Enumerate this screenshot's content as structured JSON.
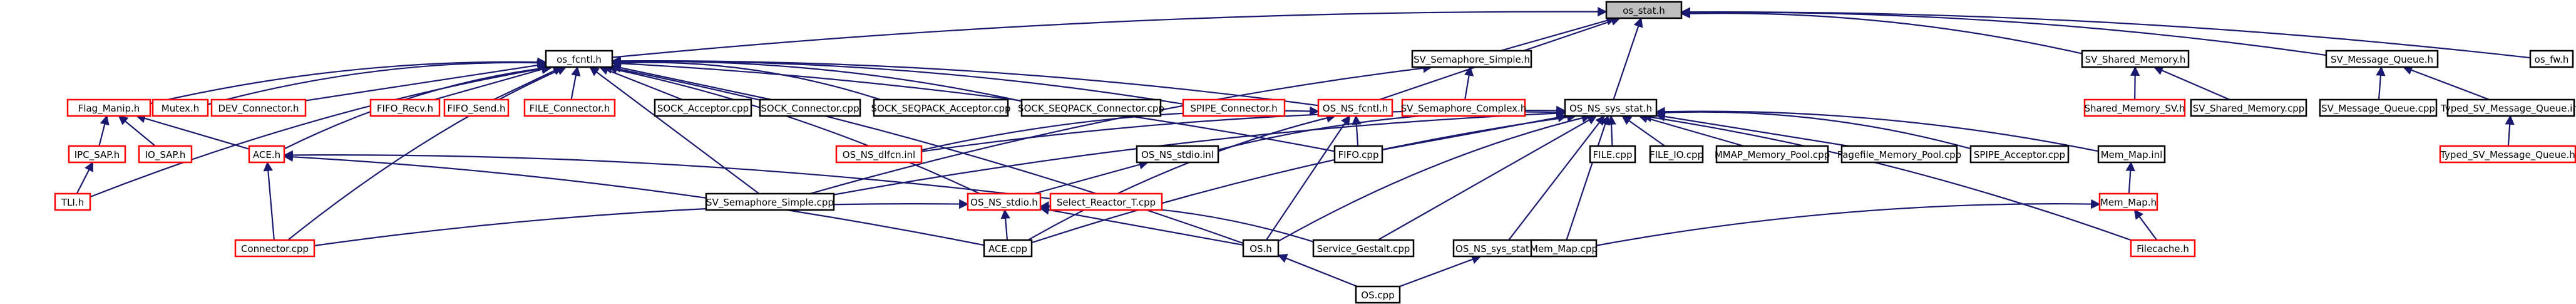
{
  "colors": {
    "edge": "#191970",
    "highlight_fill": "#bfbfbf",
    "border_ok": "#000000",
    "border_missing": "#ff0000",
    "background": "#ffffff"
  },
  "nodes": [
    {
      "id": "os_stat_h",
      "label": "os_stat.h",
      "highlight": true
    },
    {
      "id": "os_fcntl_h",
      "label": "os_fcntl.h"
    },
    {
      "id": "sv_sem_simple_h",
      "label": "SV_Semaphore_Simple.h"
    },
    {
      "id": "sv_shared_mem_h",
      "label": "SV_Shared_Memory.h"
    },
    {
      "id": "sv_msg_queue_h",
      "label": "SV_Message_Queue.h"
    },
    {
      "id": "os_fw_h",
      "label": "os_fw.h"
    },
    {
      "id": "flag_manip_h",
      "label": "Flag_Manip.h",
      "missing": true
    },
    {
      "id": "mutex_h",
      "label": "Mutex.h",
      "missing": true
    },
    {
      "id": "dev_connector_h",
      "label": "DEV_Connector.h",
      "missing": true
    },
    {
      "id": "fifo_recv_h",
      "label": "FIFO_Recv.h",
      "missing": true
    },
    {
      "id": "fifo_send_h",
      "label": "FIFO_Send.h",
      "missing": true
    },
    {
      "id": "file_connector_h",
      "label": "FILE_Connector.h",
      "missing": true
    },
    {
      "id": "sock_acceptor_cpp",
      "label": "SOCK_Acceptor.cpp"
    },
    {
      "id": "sock_connector_cpp",
      "label": "SOCK_Connector.cpp"
    },
    {
      "id": "sock_seqpack_acc_cpp",
      "label": "SOCK_SEQPACK_Acceptor.cpp"
    },
    {
      "id": "sock_seqpack_con_cpp",
      "label": "SOCK_SEQPACK_Connector.cpp"
    },
    {
      "id": "spipe_connector_h",
      "label": "SPIPE_Connector.h",
      "missing": true
    },
    {
      "id": "os_ns_fcntl_h",
      "label": "OS_NS_fcntl.h",
      "missing": true
    },
    {
      "id": "sv_sem_complex_h",
      "label": "SV_Semaphore_Complex.h",
      "missing": true
    },
    {
      "id": "os_ns_sys_stat_h",
      "label": "OS_NS_sys_stat.h"
    },
    {
      "id": "shared_memory_sv_h",
      "label": "Shared_Memory_SV.h",
      "missing": true
    },
    {
      "id": "sv_shared_mem_cpp",
      "label": "SV_Shared_Memory.cpp"
    },
    {
      "id": "sv_msg_queue_cpp",
      "label": "SV_Message_Queue.cpp"
    },
    {
      "id": "typed_sv_mq_inl",
      "label": "Typed_SV_Message_Queue.inl"
    },
    {
      "id": "ipc_sap_h",
      "label": "IPC_SAP.h",
      "missing": true
    },
    {
      "id": "io_sap_h",
      "label": "IO_SAP.h",
      "missing": true
    },
    {
      "id": "ace_h",
      "label": "ACE.h",
      "missing": true
    },
    {
      "id": "os_ns_dlfcn_inl",
      "label": "OS_NS_dlfcn.inl",
      "missing": true
    },
    {
      "id": "fifo_cpp",
      "label": "FIFO.cpp"
    },
    {
      "id": "os_ns_stdio_inl",
      "label": "OS_NS_stdio.inl"
    },
    {
      "id": "file_cpp",
      "label": "FILE.cpp"
    },
    {
      "id": "file_io_cpp",
      "label": "FILE_IO.cpp"
    },
    {
      "id": "mmap_mem_pool_cpp",
      "label": "MMAP_Memory_Pool.cpp"
    },
    {
      "id": "pagefile_mem_pool_cpp",
      "label": "Pagefile_Memory_Pool.cpp"
    },
    {
      "id": "spipe_acceptor_cpp",
      "label": "SPIPE_Acceptor.cpp"
    },
    {
      "id": "mem_map_inl",
      "label": "Mem_Map.inl"
    },
    {
      "id": "typed_sv_mq_h",
      "label": "Typed_SV_Message_Queue.h",
      "missing": true
    },
    {
      "id": "tli_h",
      "label": "TLI.h",
      "missing": true
    },
    {
      "id": "sv_sem_simple_cpp",
      "label": "SV_Semaphore_Simple.cpp"
    },
    {
      "id": "os_ns_stdio_h",
      "label": "OS_NS_stdio.h",
      "missing": true
    },
    {
      "id": "select_reactor_t_cpp",
      "label": "Select_Reactor_T.cpp",
      "missing": true
    },
    {
      "id": "mem_map_h",
      "label": "Mem_Map.h",
      "missing": true
    },
    {
      "id": "os_ns_sys_stat_cpp",
      "label": "OS_NS_sys_stat.cpp"
    },
    {
      "id": "connector_cpp",
      "label": "Connector.cpp",
      "missing": true
    },
    {
      "id": "ace_cpp",
      "label": "ACE.cpp"
    },
    {
      "id": "os_h",
      "label": "OS.h"
    },
    {
      "id": "service_gestalt_cpp",
      "label": "Service_Gestalt.cpp"
    },
    {
      "id": "mem_map_cpp",
      "label": "Mem_Map.cpp"
    },
    {
      "id": "filecache_h",
      "label": "Filecache.h",
      "missing": true
    },
    {
      "id": "os_cpp",
      "label": "OS.cpp"
    }
  ],
  "edges": [
    [
      "os_fcntl_h",
      "os_stat_h"
    ],
    [
      "sv_sem_simple_h",
      "os_stat_h"
    ],
    [
      "sv_shared_mem_h",
      "os_stat_h"
    ],
    [
      "sv_msg_queue_h",
      "os_stat_h"
    ],
    [
      "os_fw_h",
      "os_stat_h"
    ],
    [
      "os_ns_sys_stat_h",
      "os_stat_h"
    ],
    [
      "os_ns_fcntl_h",
      "os_stat_h"
    ],
    [
      "flag_manip_h",
      "os_fcntl_h"
    ],
    [
      "mutex_h",
      "os_fcntl_h"
    ],
    [
      "dev_connector_h",
      "os_fcntl_h"
    ],
    [
      "fifo_recv_h",
      "os_fcntl_h"
    ],
    [
      "fifo_send_h",
      "os_fcntl_h"
    ],
    [
      "file_connector_h",
      "os_fcntl_h"
    ],
    [
      "sock_acceptor_cpp",
      "os_fcntl_h"
    ],
    [
      "sock_connector_cpp",
      "os_fcntl_h"
    ],
    [
      "sock_seqpack_acc_cpp",
      "os_fcntl_h"
    ],
    [
      "sock_seqpack_con_cpp",
      "os_fcntl_h"
    ],
    [
      "spipe_connector_h",
      "os_fcntl_h"
    ],
    [
      "os_ns_fcntl_h",
      "os_fcntl_h"
    ],
    [
      "fifo_cpp",
      "os_fcntl_h"
    ],
    [
      "tli_h",
      "os_fcntl_h"
    ],
    [
      "connector_cpp",
      "os_fcntl_h"
    ],
    [
      "sv_sem_simple_cpp",
      "os_fcntl_h"
    ],
    [
      "os_ns_stdio_h",
      "os_fcntl_h"
    ],
    [
      "os_h",
      "os_fcntl_h"
    ],
    [
      "ace_h",
      "os_fcntl_h"
    ],
    [
      "sv_sem_complex_h",
      "sv_sem_simple_h"
    ],
    [
      "sv_sem_simple_cpp",
      "sv_sem_simple_h"
    ],
    [
      "shared_memory_sv_h",
      "sv_shared_mem_h"
    ],
    [
      "sv_shared_mem_cpp",
      "sv_shared_mem_h"
    ],
    [
      "sv_msg_queue_cpp",
      "sv_msg_queue_h"
    ],
    [
      "typed_sv_mq_inl",
      "sv_msg_queue_h"
    ],
    [
      "ipc_sap_h",
      "flag_manip_h"
    ],
    [
      "io_sap_h",
      "flag_manip_h"
    ],
    [
      "ace_h",
      "flag_manip_h"
    ],
    [
      "tli_h",
      "ipc_sap_h"
    ],
    [
      "os_ns_dlfcn_inl",
      "os_ns_fcntl_h"
    ],
    [
      "fifo_cpp",
      "os_ns_fcntl_h"
    ],
    [
      "ace_cpp",
      "os_ns_fcntl_h"
    ],
    [
      "os_h",
      "os_ns_fcntl_h"
    ],
    [
      "file_cpp",
      "os_ns_sys_stat_h"
    ],
    [
      "file_io_cpp",
      "os_ns_sys_stat_h"
    ],
    [
      "mmap_mem_pool_cpp",
      "os_ns_sys_stat_h"
    ],
    [
      "pagefile_mem_pool_cpp",
      "os_ns_sys_stat_h"
    ],
    [
      "spipe_acceptor_cpp",
      "os_ns_sys_stat_h"
    ],
    [
      "mem_map_inl",
      "os_ns_sys_stat_h"
    ],
    [
      "os_ns_stdio_inl",
      "os_ns_sys_stat_h"
    ],
    [
      "fifo_cpp",
      "os_ns_sys_stat_h"
    ],
    [
      "os_ns_dlfcn_inl",
      "os_ns_sys_stat_h"
    ],
    [
      "os_ns_sys_stat_cpp",
      "os_ns_sys_stat_h"
    ],
    [
      "service_gestalt_cpp",
      "os_ns_sys_stat_h"
    ],
    [
      "mem_map_cpp",
      "os_ns_sys_stat_h"
    ],
    [
      "filecache_h",
      "os_ns_sys_stat_h"
    ],
    [
      "os_h",
      "os_ns_sys_stat_h"
    ],
    [
      "ace_cpp",
      "os_ns_sys_stat_h"
    ],
    [
      "sv_sem_simple_cpp",
      "os_ns_sys_stat_h"
    ],
    [
      "typed_sv_mq_h",
      "typed_sv_mq_inl"
    ],
    [
      "os_ns_stdio_h",
      "os_ns_stdio_inl"
    ],
    [
      "mem_map_h",
      "mem_map_inl"
    ],
    [
      "connector_cpp",
      "ace_h"
    ],
    [
      "ace_cpp",
      "ace_h"
    ],
    [
      "select_reactor_t_cpp",
      "ace_h"
    ],
    [
      "ace_cpp",
      "os_ns_stdio_h"
    ],
    [
      "os_h",
      "os_ns_stdio_h"
    ],
    [
      "service_gestalt_cpp",
      "os_ns_stdio_h"
    ],
    [
      "connector_cpp",
      "os_ns_stdio_h"
    ],
    [
      "mem_map_cpp",
      "mem_map_h"
    ],
    [
      "filecache_h",
      "mem_map_h"
    ],
    [
      "os_cpp",
      "os_ns_sys_stat_cpp"
    ],
    [
      "os_cpp",
      "os_h"
    ]
  ]
}
